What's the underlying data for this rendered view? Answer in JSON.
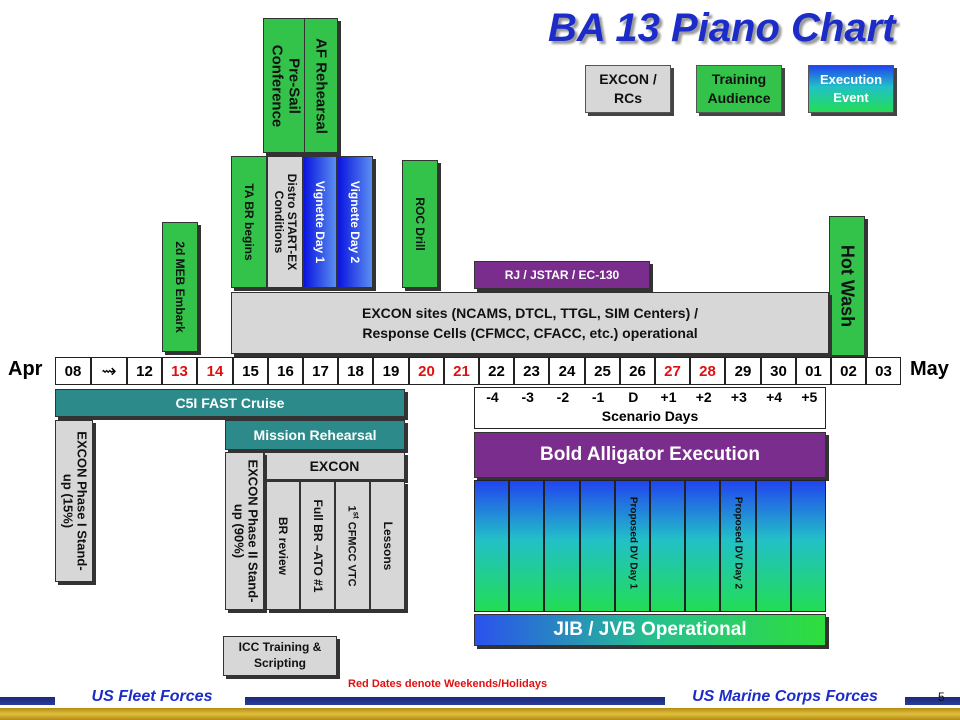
{
  "title": "BA 13 Piano Chart",
  "legend": {
    "excon": "EXCON / RCs",
    "training": "Training Audience",
    "execution": "Execution Event"
  },
  "top_events": {
    "pre_sail": "Pre-Sail Conference",
    "af_rehearsal": "AF Rehearsal",
    "meb_embark": "2d MEB Embark",
    "ta_br": "TA BR begins",
    "distro": "Distro START-EX Conditions",
    "vignette1": "Vignette Day 1",
    "vignette2": "Vignette Day 2",
    "roc_drill": "ROC Drill",
    "rj_jstar": "RJ / JSTAR / EC-130",
    "hot_wash": "Hot Wash",
    "excon_sites_line1": "EXCON sites (NCAMS, DTCL, TTGL, SIM Centers) /",
    "excon_sites_line2": "Response Cells (CFMCC, CFACC, etc.) operational"
  },
  "timeline": {
    "month_start": "Apr",
    "month_end": "May",
    "break_symbol": "⇝",
    "dates": [
      {
        "d": "08",
        "red": false
      },
      {
        "d": "12",
        "red": false
      },
      {
        "d": "13",
        "red": true
      },
      {
        "d": "14",
        "red": true
      },
      {
        "d": "15",
        "red": false
      },
      {
        "d": "16",
        "red": false
      },
      {
        "d": "17",
        "red": false
      },
      {
        "d": "18",
        "red": false
      },
      {
        "d": "19",
        "red": false
      },
      {
        "d": "20",
        "red": true
      },
      {
        "d": "21",
        "red": true
      },
      {
        "d": "22",
        "red": false
      },
      {
        "d": "23",
        "red": false
      },
      {
        "d": "24",
        "red": false
      },
      {
        "d": "25",
        "red": false
      },
      {
        "d": "26",
        "red": false
      },
      {
        "d": "27",
        "red": true
      },
      {
        "d": "28",
        "red": true
      },
      {
        "d": "29",
        "red": false
      },
      {
        "d": "30",
        "red": false
      },
      {
        "d": "01",
        "red": false
      },
      {
        "d": "02",
        "red": false
      },
      {
        "d": "03",
        "red": false
      }
    ],
    "scenario_days": [
      "-4",
      "-3",
      "-2",
      "-1",
      "D",
      "+1",
      "+2",
      "+3",
      "+4",
      "+5"
    ],
    "scenario_label": "Scenario Days"
  },
  "bottom_events": {
    "c5i": "C5I FAST Cruise",
    "mission_rehearsal": "Mission Rehearsal",
    "excon_phase1": "EXCON Phase I Stand-up (15%)",
    "excon_header": "EXCON",
    "excon_phase2": "EXCON Phase II Stand-up (90%)",
    "br_review": "BR review",
    "full_br": "Full BR –ATO #1",
    "cfmcc_vtc_sup": "st",
    "cfmcc_vtc_pre": "1",
    "cfmcc_vtc": "CFMCC VTC",
    "lessons": "Lessons",
    "icc": "ICC Training & Scripting",
    "bold_alligator": "Bold Alligator Execution",
    "dv1": "Proposed DV Day 1",
    "dv2": "Proposed DV Day 2",
    "jib": "JIB / JVB Operational"
  },
  "footer": {
    "note": "Red Dates denote Weekends/Holidays",
    "left": "US Fleet Forces",
    "right": "US Marine Corps Forces",
    "page": "5"
  },
  "colors": {
    "excon_grey": "#d7d7d7",
    "training_green": "#33c24a",
    "execution_gradient": "#2244ee-#22dd55",
    "holiday_red": "#e01010",
    "title_blue": "#1c2cc8"
  }
}
